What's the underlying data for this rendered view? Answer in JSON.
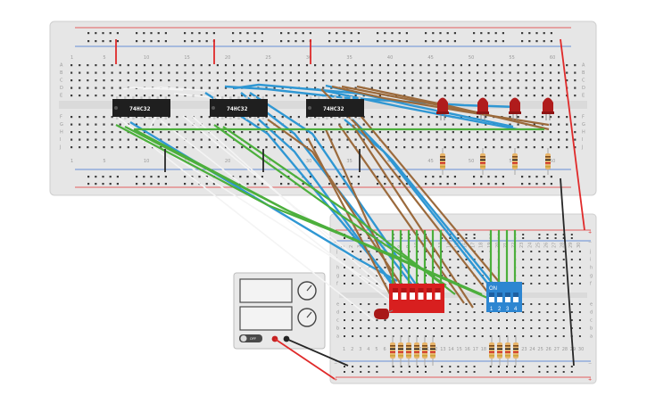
{
  "chips": [
    {
      "label": "74HC32"
    },
    {
      "label": "74HC32"
    },
    {
      "label": "74HC32"
    }
  ],
  "top_board": {
    "columns": [
      "1",
      "5",
      "10",
      "15",
      "20",
      "25",
      "30",
      "35",
      "40",
      "45",
      "50",
      "55",
      "60"
    ],
    "rows_top": [
      "A",
      "B",
      "C",
      "D",
      "E"
    ],
    "rows_bottom": [
      "F",
      "G",
      "H",
      "I",
      "J"
    ]
  },
  "bottom_board": {
    "rows_left": [
      "j",
      "i",
      "h",
      "g",
      "f",
      "e",
      "d",
      "c",
      "b",
      "a"
    ],
    "numbers": [
      "1",
      "2",
      "3",
      "4",
      "5",
      "6",
      "7",
      "8",
      "9",
      "10",
      "11",
      "12",
      "13",
      "14",
      "15",
      "16",
      "17",
      "18",
      "19",
      "20",
      "21",
      "22",
      "23",
      "24",
      "25",
      "26",
      "27",
      "28",
      "29",
      "30"
    ],
    "rail_plus": "+",
    "rail_minus": "−"
  },
  "dip_switch": {
    "on_label": "ON",
    "positions": [
      "1",
      "2",
      "3",
      "4"
    ]
  },
  "power_supply": {
    "switch_label": "OFF"
  },
  "colors": {
    "wire_white": "#f4f4f4",
    "wire_blue": "#2f97d3",
    "wire_brown": "#9b6a3c",
    "wire_green": "#4caf3c",
    "wire_red": "#e02a2a",
    "wire_black": "#262626",
    "led_red": "#b01c1c",
    "dip_red": "#d81f1f",
    "dip_blue": "#2d86d1"
  }
}
